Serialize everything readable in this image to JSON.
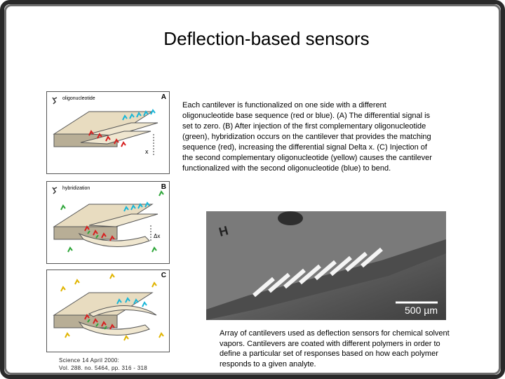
{
  "slide": {
    "title": "Deflection-based sensors",
    "description": "Each cantilever is functionalized on one side with a different oligonucleotide base sequence (red or blue). (A) The differential signal is set to zero. (B) After injection of the first complementary oligonucleotide (green), hybridization occurs on the cantilever that provides the matching sequence (red), increasing the differential signal Delta x. (C) Injection of the second complementary oligonucleotide (yellow) causes the cantilever functionalized with the second oligonucleotide (blue) to bend.",
    "photo_caption": "Array of cantilevers used as deflection sensors for chemical solvent vapors.  Cantilevers are coated with different polymers in order to define a particular set of responses based on how each polymer responds to a given analyte.",
    "citation_line1": "Science 14 April 2000:",
    "citation_line2": "Vol. 288. no. 5464, pp. 316 - 318"
  },
  "figure": {
    "panel_a": {
      "letter": "A",
      "legend": "oligonucleotide",
      "axis_label": "x"
    },
    "panel_b": {
      "letter": "B",
      "legend": "hybridization",
      "axis_label": "Δx"
    },
    "panel_c": {
      "letter": "C"
    }
  },
  "photo": {
    "scale_label": "500 µm",
    "chip_letter": "H"
  },
  "colors": {
    "red_strand": "#d62020",
    "blue_strand": "#18b6d8",
    "green_strand": "#2fa63a",
    "yellow_strand": "#e0b400",
    "cantilever": "#e8dcc0"
  }
}
